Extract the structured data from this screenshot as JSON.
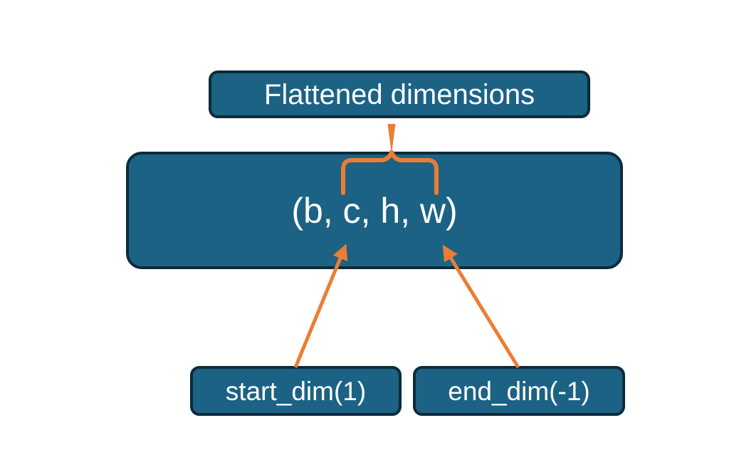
{
  "page": {
    "background": "#ffffff"
  },
  "colors": {
    "background": "#ffffff",
    "node_fill": "#1c6284",
    "node_border": "#0c2b3b",
    "connector_orange": "#ec7d33",
    "label_text": "#ffffff"
  },
  "nodes": {
    "flattened_dimensions": {
      "label": "Flattened dimensions"
    },
    "tensor_shape": {
      "label": "(b, c, h, w)"
    },
    "start_dim": {
      "label": "start_dim(1)"
    },
    "end_dim": {
      "label": "end_dim(-1)"
    }
  },
  "connectors": {
    "brace": {
      "icon": "curly-brace-down-icon",
      "from": "flattened_dimensions",
      "to": "tensor_shape"
    },
    "start_dim_arrow": {
      "icon": "arrow-up-icon",
      "from": "start_dim",
      "to": "tensor_shape"
    },
    "end_dim_arrow": {
      "icon": "arrow-up-icon",
      "from": "end_dim",
      "to": "tensor_shape"
    }
  }
}
